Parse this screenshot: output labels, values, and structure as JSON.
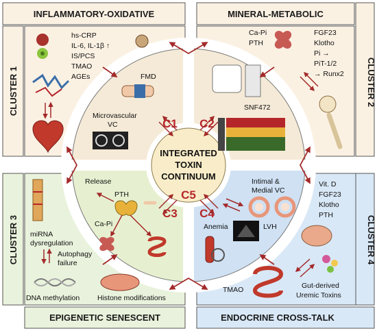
{
  "clusters": {
    "c1": {
      "title": "INFLAMMATORY-OXIDATIVE",
      "side": "CLUSTER 1",
      "markers": [
        "hs-CRP",
        "IL-6, IL-1β ↑",
        "IS/PCS",
        "TMAO",
        "AGEs"
      ],
      "inner": [
        "FMD",
        "Microvascular",
        "VC"
      ],
      "tag": "C1"
    },
    "c2": {
      "title": "MINERAL-METABOLIC",
      "side": "CLUSTER 2",
      "markers": [
        "Ca-Pi",
        "PTH"
      ],
      "markers2": [
        "FGF23",
        "Klotho",
        "Pi →",
        "PiT-1/2",
        "→ Runx2"
      ],
      "inner": [
        "SNF472"
      ],
      "tag": "C2"
    },
    "c3": {
      "title": "EPIGENETIC SENESCENT",
      "side": "CLUSTER 3",
      "markers": [
        "miRNA",
        "dysregulation",
        "Autophagy",
        "failure",
        "DNA methylation",
        "Histone modifications"
      ],
      "inner": [
        "Release",
        "PTH",
        "Ca-Pi"
      ],
      "tag": "C3"
    },
    "c4": {
      "title": "ENDOCRINE CROSS-TALK",
      "side": "CLUSTER 4",
      "markers": [
        "Vit. D",
        "FGF23",
        "Klotho",
        "PTH",
        "TMAO",
        "Gut-derived",
        "Uremic Toxins"
      ],
      "inner": [
        "Intimal &",
        "Medial VC",
        "Anemia",
        "LVH"
      ],
      "tag": "C4"
    }
  },
  "center": {
    "lines": [
      "INTEGRATED",
      "TOXIN",
      "CONTINUUM"
    ],
    "tag": "C5"
  },
  "colors": {
    "q1": "#fbf1e3",
    "q2": "#fbf1e3",
    "q3": "#e9f2dc",
    "q4": "#d9e8f7",
    "i1": "#f5ead7",
    "i2": "#f5ead7",
    "i3": "#e6f0d0",
    "i4": "#cfe1f3",
    "center": "#f9edc9",
    "arrow": "#a32a2a",
    "accent": "#b5262a"
  }
}
